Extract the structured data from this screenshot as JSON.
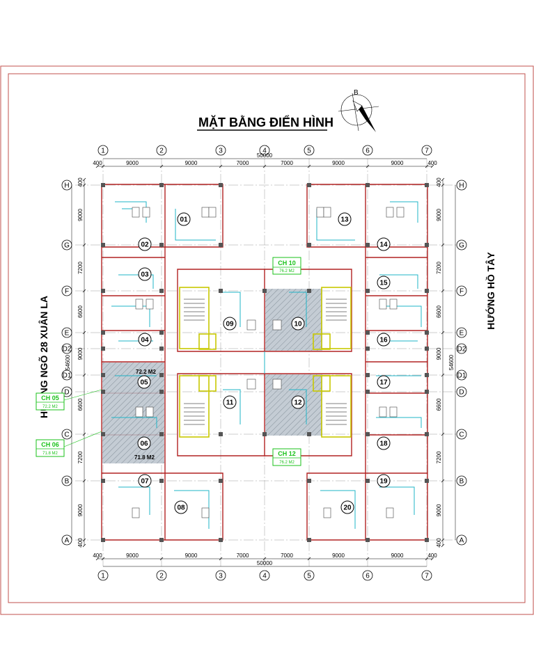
{
  "title": "MẶT BẰNG ĐIỂN HÌNH",
  "north_label": "B",
  "total_width_dim": "50000",
  "total_height_dim": "54600",
  "col_axes": [
    "1",
    "2",
    "3",
    "4",
    "5",
    "6",
    "7"
  ],
  "row_axes": [
    "H",
    "G",
    "F",
    "E",
    "D2",
    "D1",
    "D",
    "C",
    "B",
    "A"
  ],
  "top_dims": [
    "400",
    "9000",
    "9000",
    "7000",
    "7000",
    "9000",
    "9000",
    "400"
  ],
  "bottom_dims": [
    "400",
    "9000",
    "9000",
    "7000",
    "7000",
    "9000",
    "9000",
    "400"
  ],
  "row_dims": [
    "400",
    "9000",
    "7200",
    "6600",
    "9000",
    "6600",
    "7200",
    "9000",
    "400"
  ],
  "side_left": "HƯỚNG NGÕ 28 XUÂN LA",
  "side_right": "HƯỚNG HỒ TÂY",
  "units": [
    "01",
    "02",
    "03",
    "04",
    "05",
    "06",
    "07",
    "08",
    "09",
    "10",
    "11",
    "12",
    "13",
    "14",
    "15",
    "16",
    "17",
    "18",
    "19",
    "20"
  ],
  "area_05": "72.2 M2",
  "area_06": "71.8 M2",
  "tags": [
    {
      "label": "CH 10",
      "area": "76.2 M2"
    },
    {
      "label": "CH 05",
      "area": "72.2 M2"
    },
    {
      "label": "CH 06",
      "area": "71.8 M2"
    },
    {
      "label": "CH 12",
      "area": "76.2 M2"
    }
  ],
  "colors": {
    "frame": "#c0504d",
    "wall": "#b22222",
    "fixture": "#1fb5c7",
    "core": "#c8c800",
    "highlight": "#9aa7b3",
    "tag": "#19c219"
  }
}
